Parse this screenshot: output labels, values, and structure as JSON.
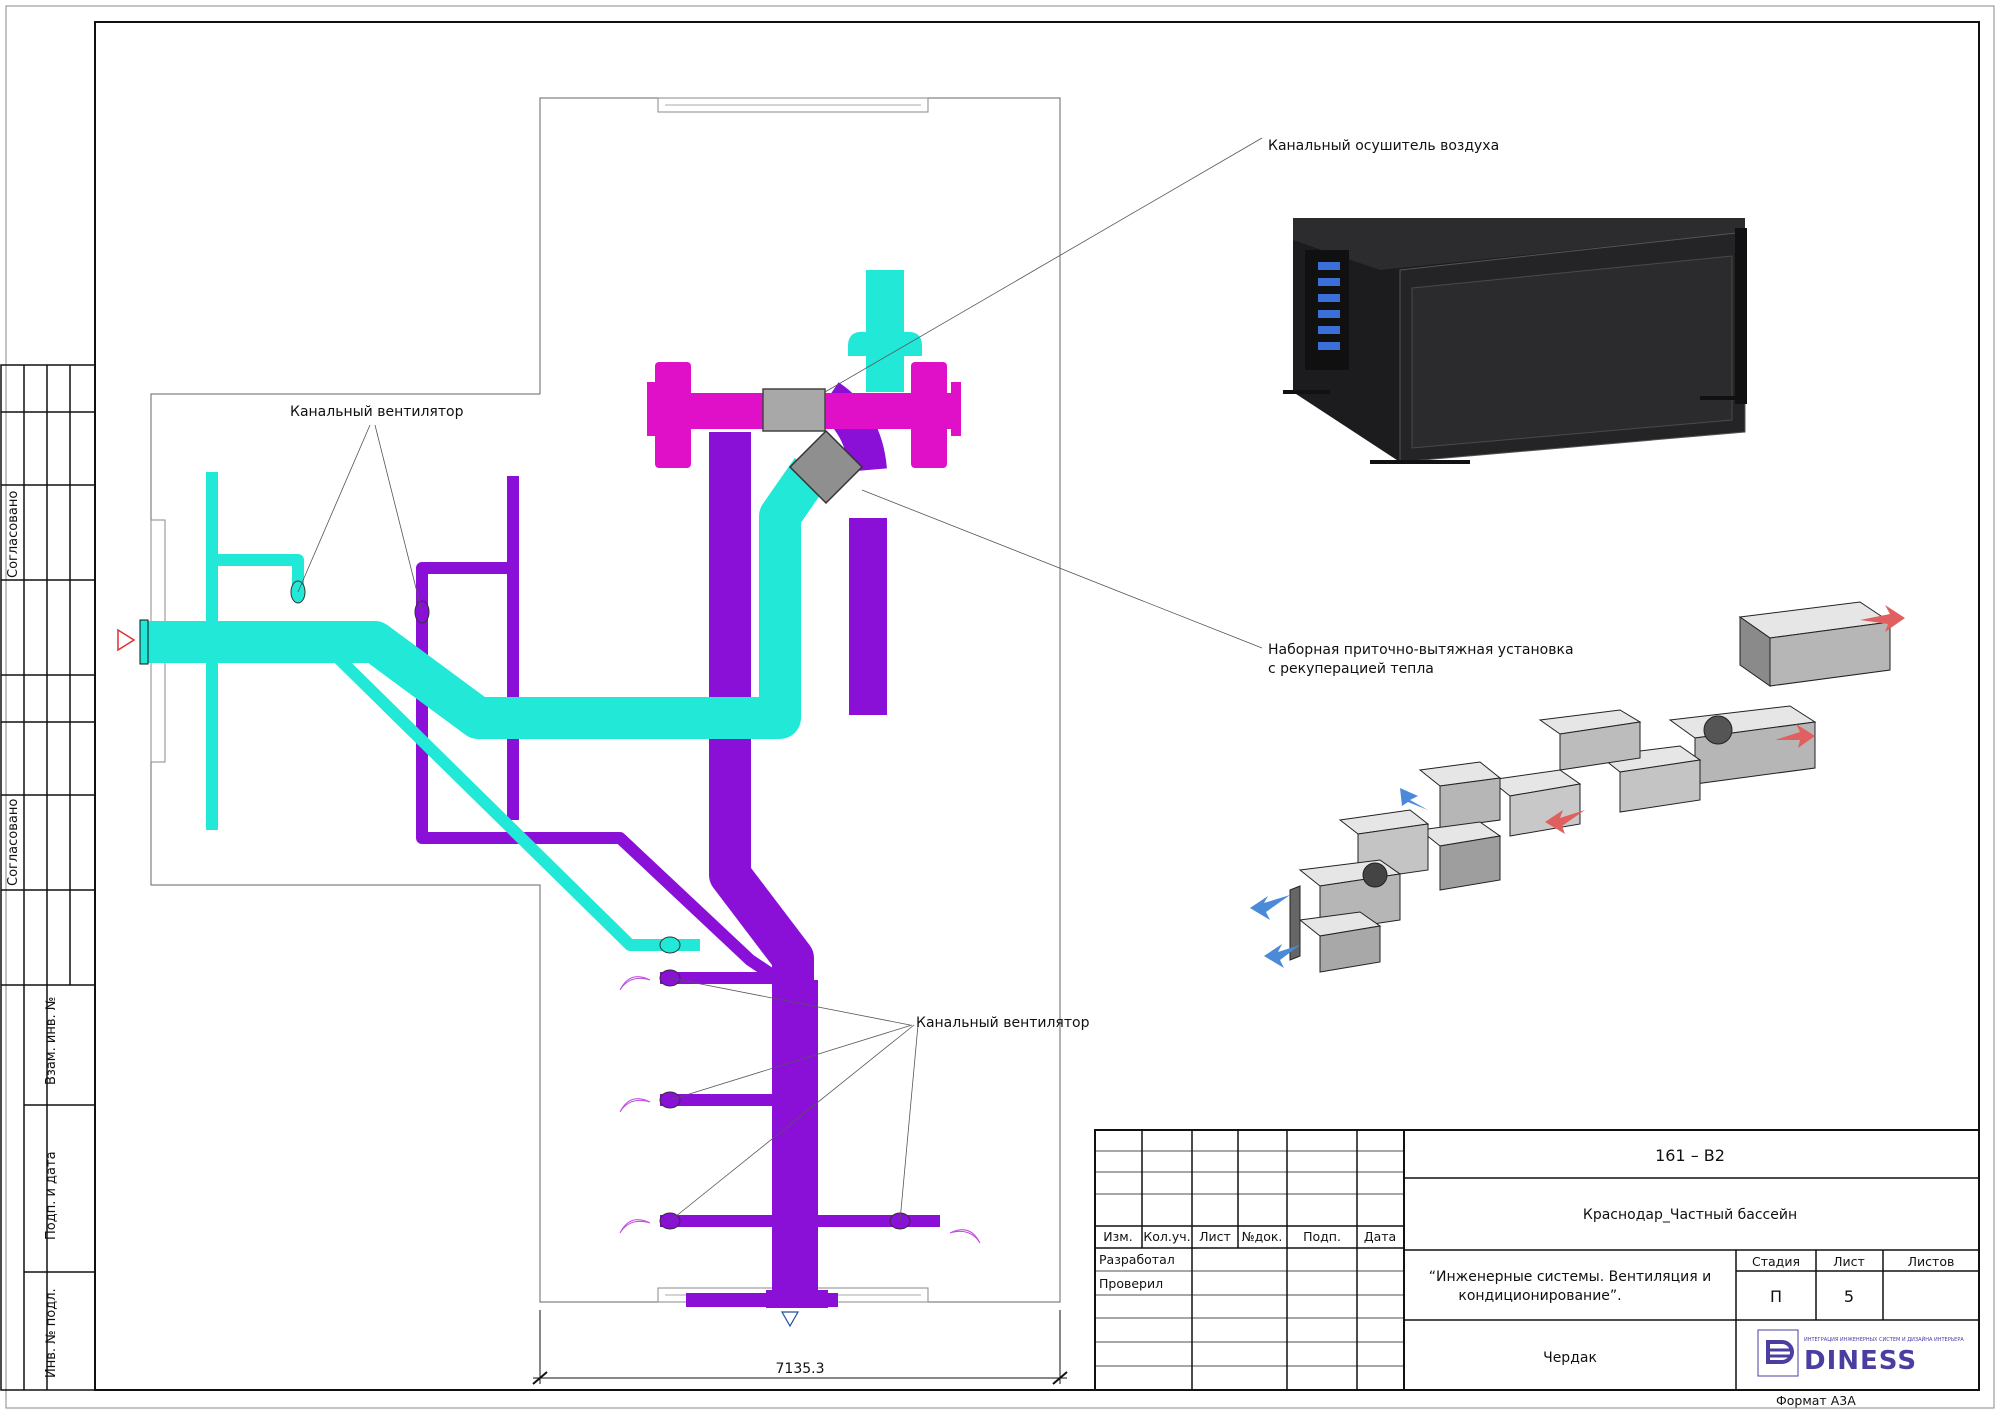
{
  "callouts": {
    "fan_top": "Канальный вентилятор",
    "fan_bottom": "Канальный вентилятор",
    "dehumidifier": "Канальный осушитель воздуха",
    "ahu_line1": "Наборная приточно-вытяжная установка",
    "ahu_line2": "с рекуперацией тепла"
  },
  "dimension": "7135.3",
  "side_stamp": {
    "agreed_1": "Согласовано",
    "agreed_2": "Согласовано",
    "inv_replace": "Взам. инв. №",
    "sign_date": "Подп. и дата",
    "inv_orig": "Инв. № подл."
  },
  "title_block": {
    "headers": [
      "Изм.",
      "Кол.уч.",
      "Лист",
      "№док.",
      "Подп.",
      "Дата"
    ],
    "developed": "Разработал",
    "checked": "Проверил",
    "code": "161 – В2",
    "project": "Краснодар_Частный бассейн",
    "doc_title_line1": "“Инженерные системы. Вентиляция и",
    "doc_title_line2": "кондиционирование”.",
    "sheet_name": "Чердак",
    "stage_label": "Стадия",
    "sheet_label": "Лист",
    "sheets_label": "Листов",
    "stage": "П",
    "sheet": "5",
    "sheets": "",
    "logo_tagline": "ИНТЕГРАЦИЯ ИНЖЕНЕРНЫХ СИСТЕМ И ДИЗАЙНА ИНТЕРЬЕРА",
    "logo_text": "DINESS",
    "format": "Формат А3А"
  },
  "colors": {
    "supply_duct": "#22e8d8",
    "exhaust_duct": "#8a10d8",
    "outdoor_duct": "#e010c8",
    "logo": "#4a3fa0"
  }
}
